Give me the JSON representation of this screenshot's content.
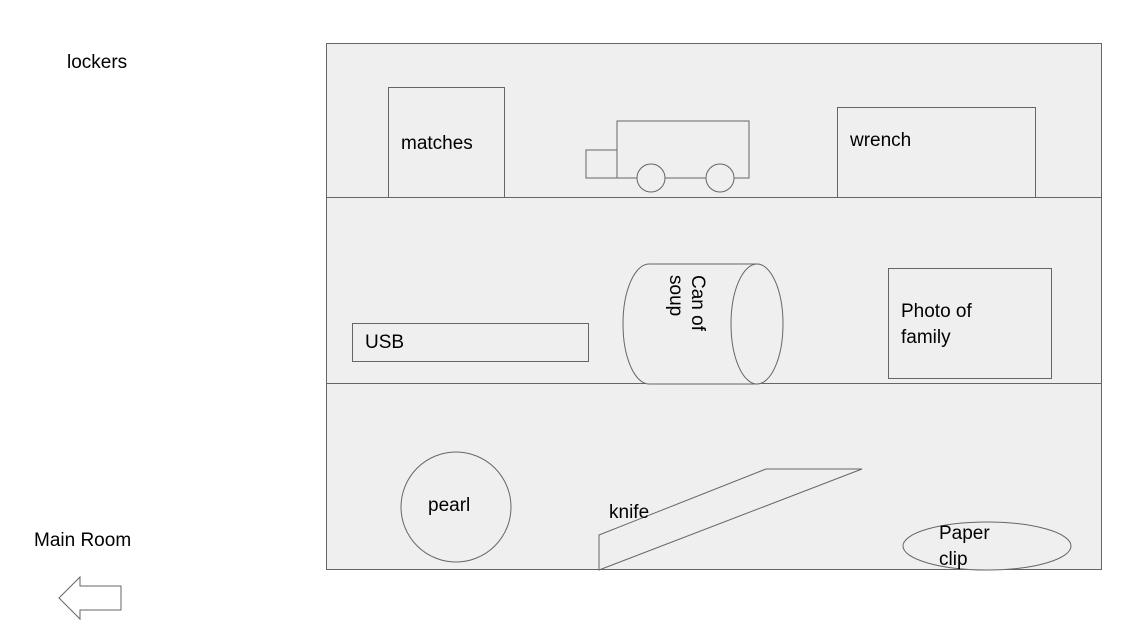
{
  "room": {
    "title": "lockers"
  },
  "navigation": {
    "main_room_label": "Main Room",
    "arrow_icon": "left-arrow-icon"
  },
  "locker": {
    "top_shelf": {
      "matches": "matches",
      "truck_icon": "truck-icon",
      "wrench": "wrench"
    },
    "middle_shelf": {
      "usb": "USB",
      "soup_line1": "Can of",
      "soup_line2": "soup",
      "photo_line1": "Photo of",
      "photo_line2": "family"
    },
    "bottom_shelf": {
      "pearl": "pearl",
      "knife": "knife",
      "paper_clip_line1": "Paper",
      "paper_clip_line2": "clip"
    }
  },
  "colors": {
    "background": "#ffffff",
    "locker_fill": "#efefef",
    "outline": "#666666",
    "text": "#000000"
  }
}
